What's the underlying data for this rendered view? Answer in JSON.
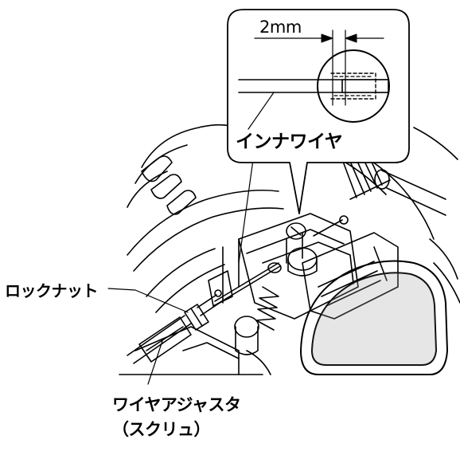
{
  "labels": {
    "dimension": "2mm",
    "inner_wire": "インナワイヤ",
    "lock_nut": "ロックナット",
    "wire_adjuster": "ワイヤアジャスタ",
    "wire_adjuster_screw": "（スクリュ）"
  },
  "colors": {
    "line": "#000000",
    "background": "#ffffff",
    "shade": "#9a9a9a"
  }
}
